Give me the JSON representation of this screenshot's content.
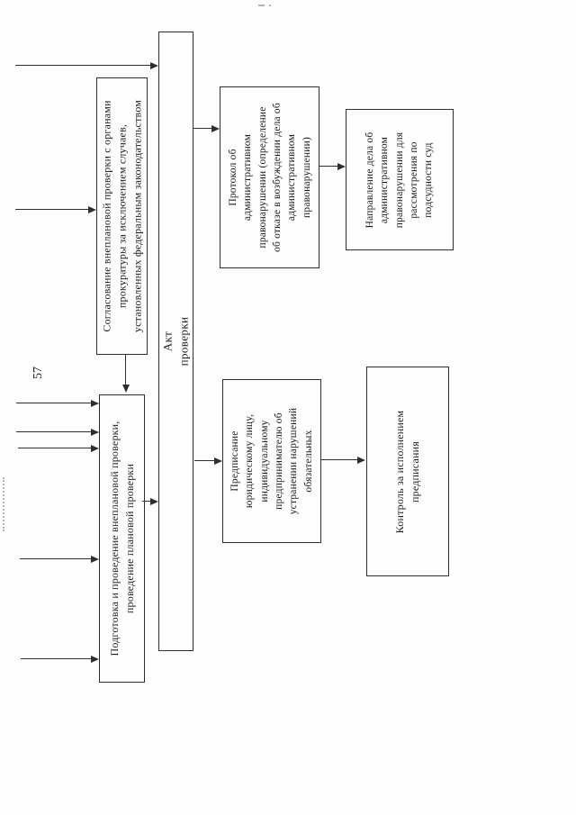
{
  "page": {
    "number": "57"
  },
  "diagram": {
    "orientation": "rotated-90-ccw",
    "language": "ru",
    "colors": {
      "line": "#2e2e2e",
      "text": "#1c1c1c",
      "background": "#fdfdfd"
    },
    "nodes": {
      "akt": {
        "label": "Акт проверки"
      },
      "soglasovanie": {
        "label": "Согласование внеплановой проверки с органами\nпрокуратуры за исключением случаев,\nустановленных федеральным законодательством"
      },
      "podgotovka": {
        "label": "Подготовка и проведение внеплановой проверки,\nпроведение плановой проверки"
      },
      "protokol": {
        "label": "Протокол об\nадминистративном\nправонарушении (определение\nоб отказе в возбуждении дела об\nадминистративном\nправонарушении)"
      },
      "napravlenie": {
        "label": "Направление дела об\nадминистративном\nправонарушении для\nрассмотрения по\nподсудности суд"
      },
      "predpisanie": {
        "label": "Предписание\nюридическому лицу,\nиндивидуальному\nпредпринимателю об\nустранении нарушений\nобязательных"
      },
      "kontrol": {
        "label": "Контроль за исполнением\nпредписания"
      }
    },
    "edges": [
      "input-left -> akt",
      "input-left -> soglasovanie",
      "soglasovanie -> podgotovka",
      "inputs-left (x5) -> podgotovka",
      "podgotovka -> akt",
      "akt -> protokol",
      "protokol -> napravlenie",
      "akt -> predpisanie",
      "predpisanie -> kontrol"
    ]
  }
}
